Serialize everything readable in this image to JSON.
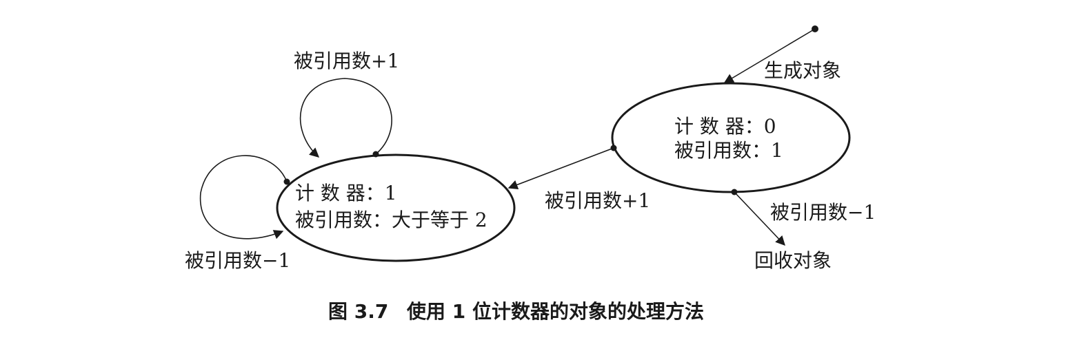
{
  "diagram": {
    "states": {
      "left": {
        "line1": "计 数 器：1",
        "line2": "被引用数：大于等于 2"
      },
      "right": {
        "line1": "计 数 器：0",
        "line2": "被引用数：1"
      }
    },
    "transitions": {
      "create": "生成对象",
      "right_to_left": "被引用数+1",
      "right_to_reclaim": "被引用数−1",
      "reclaim_target": "回收对象",
      "left_self_top": "被引用数+1",
      "left_self_left": "被引用数−1"
    }
  },
  "caption": {
    "figure_number": "图 3.7",
    "title": "使用 1 位计数器的对象的处理方法"
  }
}
